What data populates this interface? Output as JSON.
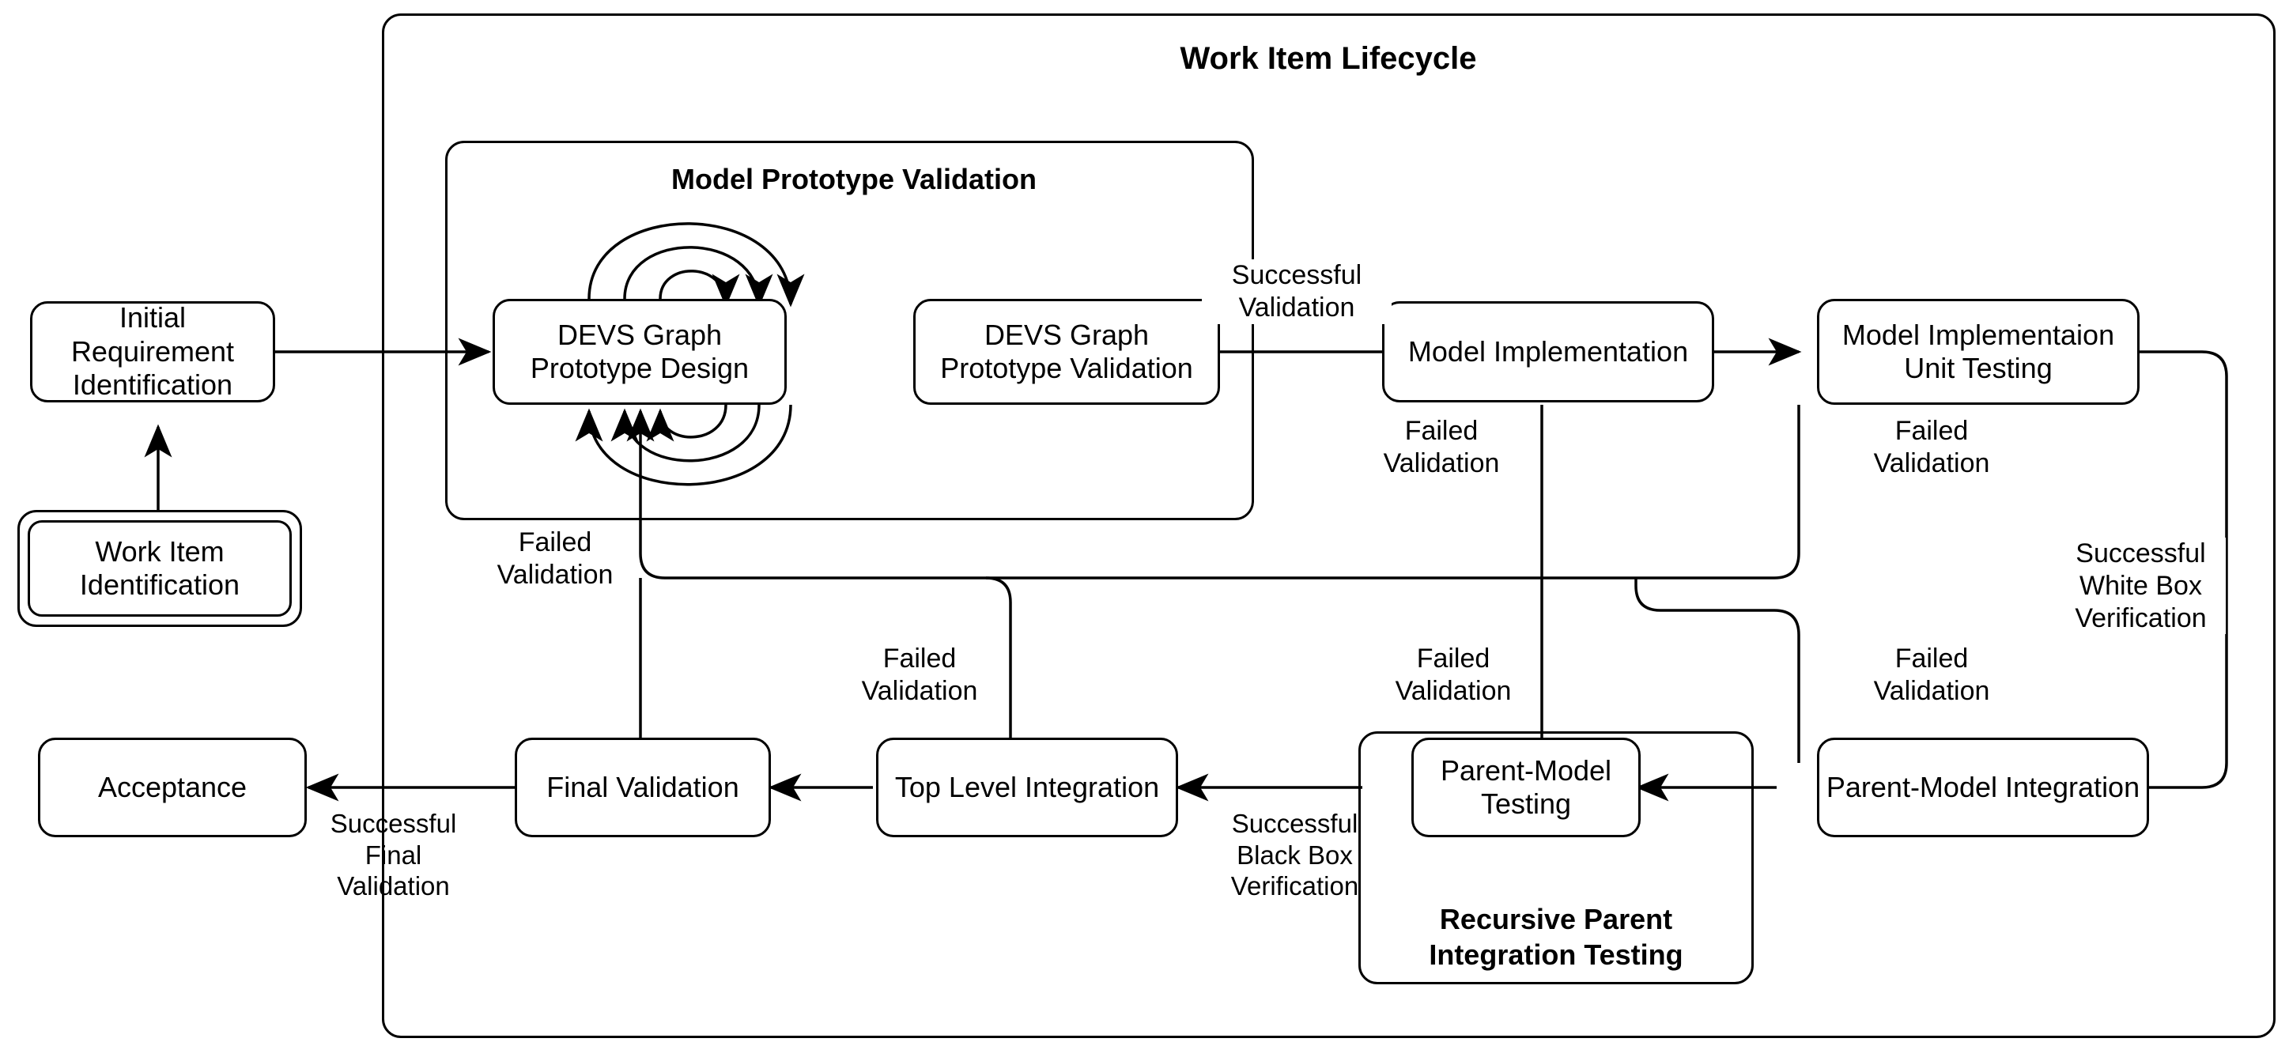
{
  "diagram": {
    "title": "Work Item Lifecycle",
    "type": "flowchart",
    "containers": [
      {
        "id": "work-item-lifecycle",
        "label": "Work Item Lifecycle"
      },
      {
        "id": "model-prototype-validation",
        "label": "Model Prototype Validation"
      },
      {
        "id": "recursive-parent-integration-testing",
        "label": "Recursive Parent\nIntegration Testing"
      }
    ],
    "nodes": [
      {
        "id": "work-item-identification",
        "label": "Work Item\nIdentification",
        "double_border": true
      },
      {
        "id": "initial-requirement-identification",
        "label": "Initial\nRequirement\nIdentification",
        "double_border": false
      },
      {
        "id": "devs-graph-prototype-design",
        "label": "DEVS Graph\nPrototype Design",
        "double_border": false
      },
      {
        "id": "devs-graph-prototype-validation",
        "label": "DEVS Graph\nPrototype Validation",
        "double_border": false
      },
      {
        "id": "model-implementation",
        "label": "Model Implementation",
        "double_border": false
      },
      {
        "id": "model-implementaion-unit-testing",
        "label": "Model Implementaion\nUnit Testing",
        "double_border": false
      },
      {
        "id": "parent-model-integration",
        "label": "Parent-Model Integration",
        "double_border": false
      },
      {
        "id": "parent-model-testing",
        "label": "Parent-Model\nTesting",
        "double_border": false
      },
      {
        "id": "top-level-integration",
        "label": "Top Level Integration",
        "double_border": false
      },
      {
        "id": "final-validation",
        "label": "Final Validation",
        "double_border": false
      },
      {
        "id": "acceptance",
        "label": "Acceptance",
        "double_border": false
      }
    ],
    "edge_labels": [
      {
        "id": "successful-validation",
        "text": "Successful\nValidation"
      },
      {
        "id": "failed-validation-impl",
        "text": "Failed\nValidation"
      },
      {
        "id": "failed-validation-unit-test",
        "text": "Failed\nValidation"
      },
      {
        "id": "successful-white-box-verification",
        "text": "Successful\nWhite Box\nVerification"
      },
      {
        "id": "failed-validation-parent-integration",
        "text": "Failed\nValidation"
      },
      {
        "id": "failed-validation-prototype",
        "text": "Failed\nValidation"
      },
      {
        "id": "failed-validation-final",
        "text": "Failed\nValidation"
      },
      {
        "id": "failed-validation-parent-test",
        "text": "Failed\nValidation"
      },
      {
        "id": "successful-black-box-verification",
        "text": "Successful\nBlack Box\nVerification"
      },
      {
        "id": "successful-final-validation",
        "text": "Successful\nFinal\nValidation"
      }
    ],
    "colors": {
      "stroke": "#000000",
      "background": "#ffffff"
    }
  }
}
